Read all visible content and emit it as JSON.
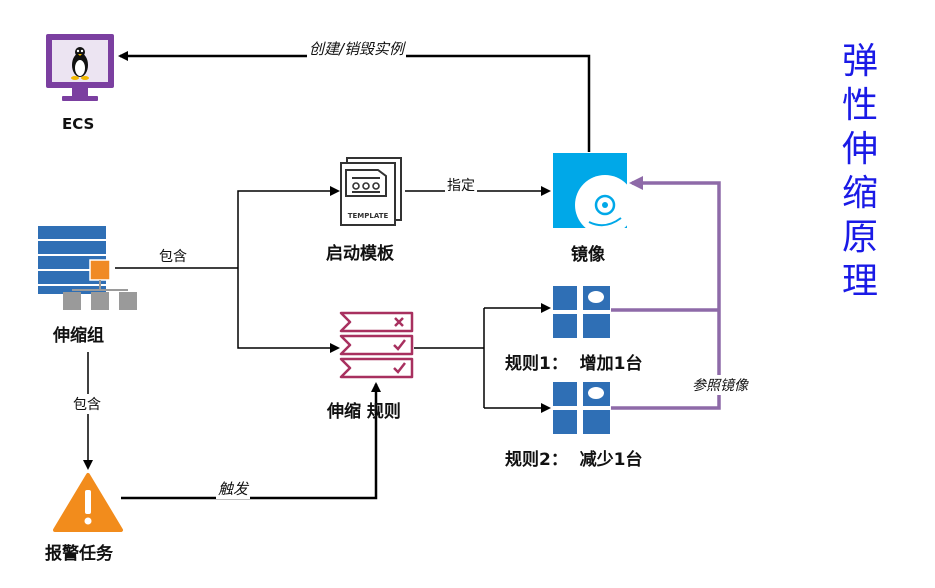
{
  "side_title": "弹性伸缩原理",
  "nodes": {
    "ecs": "ECS",
    "scaling_group": "伸缩组",
    "alarm_task": "报警任务",
    "launch_template": "启动模板",
    "scaling_rule": "伸缩 规则",
    "image": "镜像",
    "rule1": "规则1：  增加1台",
    "rule2": "规则2：  减少1台",
    "template_icon_text": "TEMPLATE"
  },
  "edges": {
    "create_destroy": "创建/销毁实例",
    "contains_1": "包含",
    "contains_2": "包含",
    "specify": "指定",
    "trigger": "触发",
    "reference_image": "参照镜像"
  },
  "colors": {
    "purple_line": "#8e6aa8",
    "blue_icon": "#2f6fb5",
    "image_blue": "#00a8e8",
    "monitor_purple": "#7b3fa0",
    "orange": "#f08a24",
    "alarm_orange": "#f28c1c",
    "rule_pink": "#a8305f",
    "title_blue": "#1a1ae6"
  }
}
